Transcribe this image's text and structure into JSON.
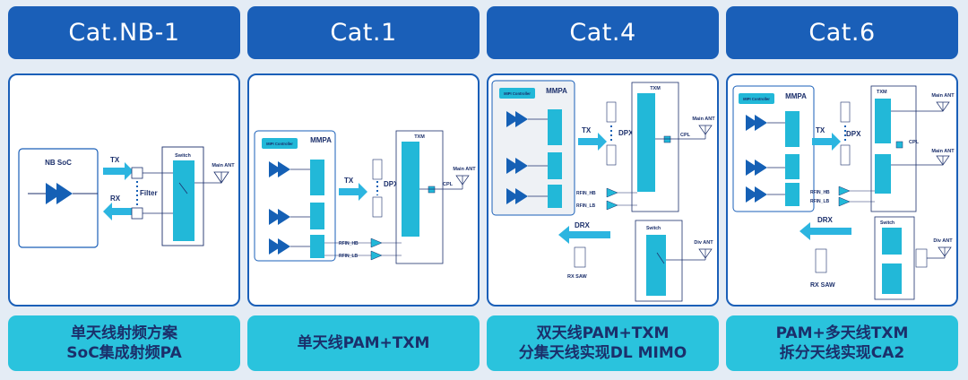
{
  "columns": [
    {
      "header": "Cat.NB-1",
      "caption": [
        "单天线射频方案",
        "SoC集成射频PA"
      ],
      "labels": {
        "soc": "NB SoC",
        "tx": "TX",
        "rx": "RX",
        "filter": "Filter",
        "switch": "Switch",
        "ant": "Main ANT"
      }
    },
    {
      "header": "Cat.1",
      "caption": [
        "单天线PAM+TXM"
      ],
      "labels": {
        "mmpa": "MMPA",
        "mipi": "MIPI Controller",
        "tx": "TX",
        "dpx": "DPX",
        "txm": "TXM",
        "cpl": "CPL",
        "ant": "Main ANT",
        "rfin_hb": "RFIN_HB",
        "rfin_lb": "RFIN_LB"
      }
    },
    {
      "header": "Cat.4",
      "caption": [
        "双天线PAM+TXM",
        "分集天线实现DL MIMO"
      ],
      "labels": {
        "mmpa": "MMPA",
        "mipi": "MIPI Controller",
        "tx": "TX",
        "dpx": "DPX",
        "txm": "TXM",
        "cpl": "CPL",
        "ant": "Main ANT",
        "rfin_hb": "RFIN_HB",
        "rfin_lb": "RFIN_LB",
        "drx": "DRX",
        "switch": "Switch",
        "div_ant": "Div ANT",
        "rx_saw": "RX SAW"
      }
    },
    {
      "header": "Cat.6",
      "caption": [
        "PAM+多天线TXM",
        "拆分天线实现CA2"
      ],
      "labels": {
        "mmpa": "MMPA",
        "mipi": "MIPI Controller",
        "tx": "TX",
        "dpx": "DPX",
        "txm": "TXM",
        "cpl": "CPL",
        "ant1": "Main ANT",
        "ant2": "Main ANT",
        "rfin_hb": "RFIN_HB",
        "rfin_lb": "RFIN_LB",
        "drx": "DRX",
        "switch": "Switch",
        "div_ant": "Div ANT",
        "rx_saw": "RX SAW"
      }
    }
  ],
  "colors": {
    "header": "#1a5fb8",
    "caption_bg": "#2ac3dd",
    "caption_text": "#1b2f6b",
    "block": "#22b8d8",
    "amp": "#1560b5",
    "arrow": "#2cb5e0",
    "background": "#e4ecf5"
  }
}
